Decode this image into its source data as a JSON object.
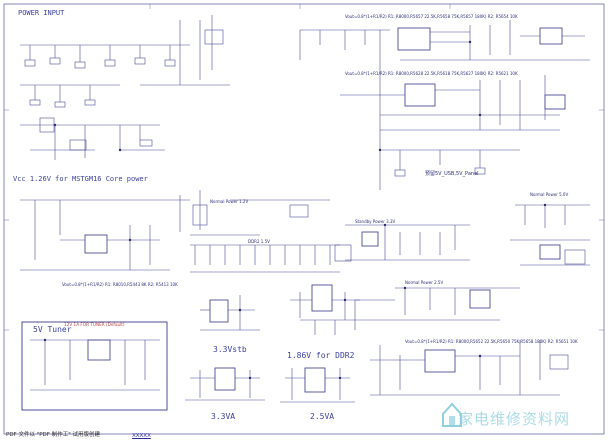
{
  "titles": {
    "power_input": "POWER INPUT",
    "vcc_core": "Vcc 1.26V for MSTGM16 Core power",
    "five_v_tuner": "5V Tuner",
    "v33_stb": "3.3Vstb",
    "v186_ddr2": "1.86V for DDR2",
    "v33a": "3.3VA",
    "v25a": "2.5VA"
  },
  "sections": {
    "normal_power_12": "Normal Power 1.2V",
    "normal_power_5v": "Normal Power 5.0V",
    "standby_power_33": "Standby Power 3.3V",
    "normal_power_25": "Normal Power 2.5V",
    "ddr_15": "DDR2 1.5V",
    "usb_panel": "预留5V_USB,5V_Panel"
  },
  "notes": {
    "vout_a": "Vout=0.8*(1+R1/R2)  R1: R8000,R5657 22.5K,R5658 75K,R5657 180K)  R2: R5654 10K",
    "vout_b": "Vout=0.8*(1+R1/R2)  R1: R8000,R5628 22.5K,R5618 75K,R5627 180K)  R2: R5621 10K",
    "vout_c": "Vout=0.8*(1+R1/R2)  R1: R8010,R5443 8K  R2: R5413 10K",
    "vout_d": "Vout=0.8*(1+R1/R2)  R1: R8000,R5652 22.5K,R5650 75K,R5658 180K)  R2: R5651 10K",
    "tuner_note": "12V 1A FOR TUNER (Default)"
  },
  "footer": {
    "text": "PDF 文件以 \"PDF 制作工\" 试用版创建",
    "link": "XXXXX"
  },
  "watermark": "家电维修资料网",
  "colors": {
    "wire": "#4b4b9a",
    "component": "#2a2a70",
    "title": "#3b3fa0",
    "watermark": "#8fd0e0"
  }
}
